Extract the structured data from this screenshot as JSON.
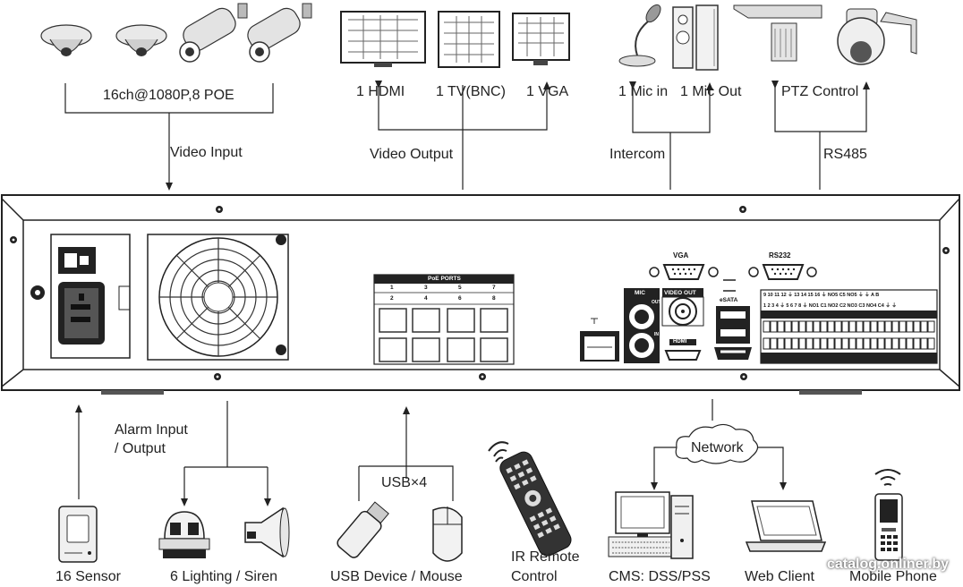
{
  "labels": {
    "camera_input": "16ch@1080P,8 POE",
    "video_input": "Video Input",
    "hdmi": "1 HDMI",
    "tv": "1 TV(BNC)",
    "vga": "1 VGA",
    "video_output": "Video Output",
    "mic_in": "1 Mic in",
    "mic_out": "1 Mic Out",
    "intercom": "Intercom",
    "ptz": "PTZ Control",
    "rs485": "RS485",
    "alarm_line1": "Alarm Input",
    "alarm_line2": "/ Output",
    "sensor": "16 Sensor",
    "lighting": "6 Lighting / Siren",
    "usb_x4": "USB×4",
    "usb_device": "USB Device / Mouse",
    "ir_line1": "IR Remote",
    "ir_line2": "Control",
    "network": "Network",
    "cms": "CMS: DSS/PSS",
    "web_client": "Web Client",
    "mobile": "Mobile Phone"
  },
  "panel": {
    "poe_title": "PoE PORTS",
    "poe_top": [
      "1",
      "3",
      "5",
      "7"
    ],
    "poe_bottom": [
      "2",
      "4",
      "6",
      "8"
    ],
    "vga": "VGA",
    "rs232": "RS232",
    "mic": "MIC",
    "video_out": "VIDEO OUT",
    "mic_out": "OUT",
    "mic_in": "IN",
    "hdmi": "HDMI",
    "esata": "eSATA",
    "alarm_top": "9 10 11 12 ⏚ 13 14 15 16 ⏚ NO5 C5 NO5 ⏚ ⏚ A B",
    "alarm_bottom": "1 2 3 4 ⏚ 5 6 7 8 ⏚ NO1 C1 NO2 C2 NO3 C3 NO4 C4 ⏚ ⏚"
  },
  "watermark": "catalog.onliner.by"
}
